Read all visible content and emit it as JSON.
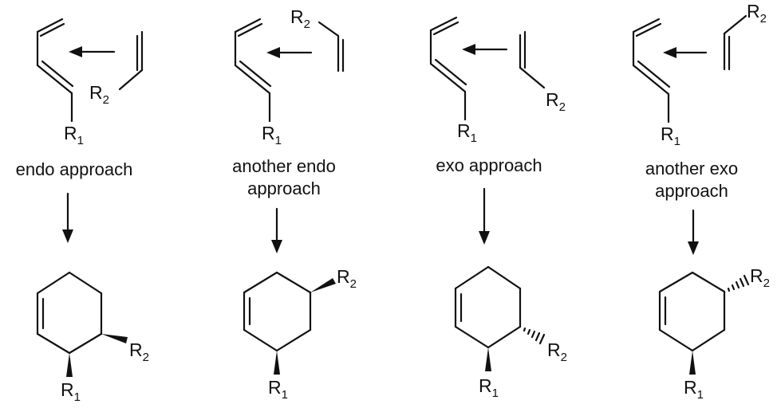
{
  "panels": [
    {
      "caption_lines": [
        "endo approach"
      ],
      "reagent_labels": {
        "r1": "R",
        "r1_sub": "1",
        "r2": "R",
        "r2_sub": "2"
      },
      "product_labels": {
        "r1": "R",
        "r1_sub": "1",
        "r2": "R",
        "r2_sub": "2"
      }
    },
    {
      "caption_lines": [
        "another endo",
        "approach"
      ],
      "reagent_labels": {
        "r1": "R",
        "r1_sub": "1",
        "r2": "R",
        "r2_sub": "2"
      },
      "product_labels": {
        "r1": "R",
        "r1_sub": "1",
        "r2": "R",
        "r2_sub": "2"
      }
    },
    {
      "caption_lines": [
        "exo approach"
      ],
      "reagent_labels": {
        "r1": "R",
        "r1_sub": "1",
        "r2": "R",
        "r2_sub": "2"
      },
      "product_labels": {
        "r1": "R",
        "r1_sub": "1",
        "r2": "R",
        "r2_sub": "2"
      }
    },
    {
      "caption_lines": [
        "another exo",
        "approach"
      ],
      "reagent_labels": {
        "r1": "R",
        "r1_sub": "1",
        "r2": "R",
        "r2_sub": "2"
      },
      "product_labels": {
        "r1": "R",
        "r1_sub": "1",
        "r2": "R",
        "r2_sub": "2"
      }
    }
  ]
}
